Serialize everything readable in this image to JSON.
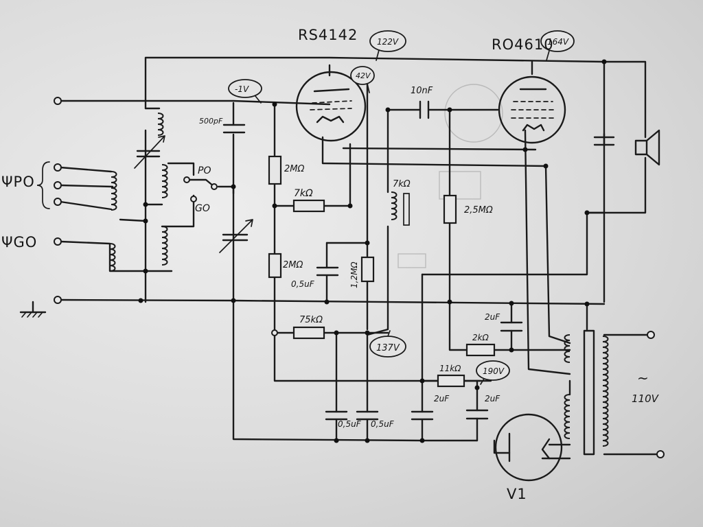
{
  "tubes": {
    "input_tube": "RS4142",
    "output_tube": "RO4610",
    "rectifier": "V1"
  },
  "voltages": {
    "input_plate": "122V",
    "input_screen": "42V",
    "input_grid": "-1V",
    "output_plate": "164V",
    "b_plus_1": "137V",
    "b_plus_2": "190V"
  },
  "antenna": {
    "po": "ΨPO",
    "go": "ΨGO",
    "switch_po": "PO",
    "switch_go": "GO"
  },
  "components": {
    "c_grid": "500pF",
    "r_grid_top": "2MΩ",
    "r_screen": "7kΩ",
    "r_grid_bottom": "2MΩ",
    "c_bypass": "0,5uF",
    "r_12": "1,2MΩ",
    "choke": "7kΩ",
    "c_coupling": "10nF",
    "r_grid_out": "2,5MΩ",
    "r_filter1": "75kΩ",
    "c_f1": "0,5uF",
    "c_f2": "0,5uF",
    "r_filter2": "11kΩ",
    "c_2uf_a": "2uF",
    "c_2uf_b": "2uF",
    "c_2uf_top": "2uF",
    "r_cathode": "2kΩ",
    "mains": "~",
    "mains_voltage": "110V"
  }
}
